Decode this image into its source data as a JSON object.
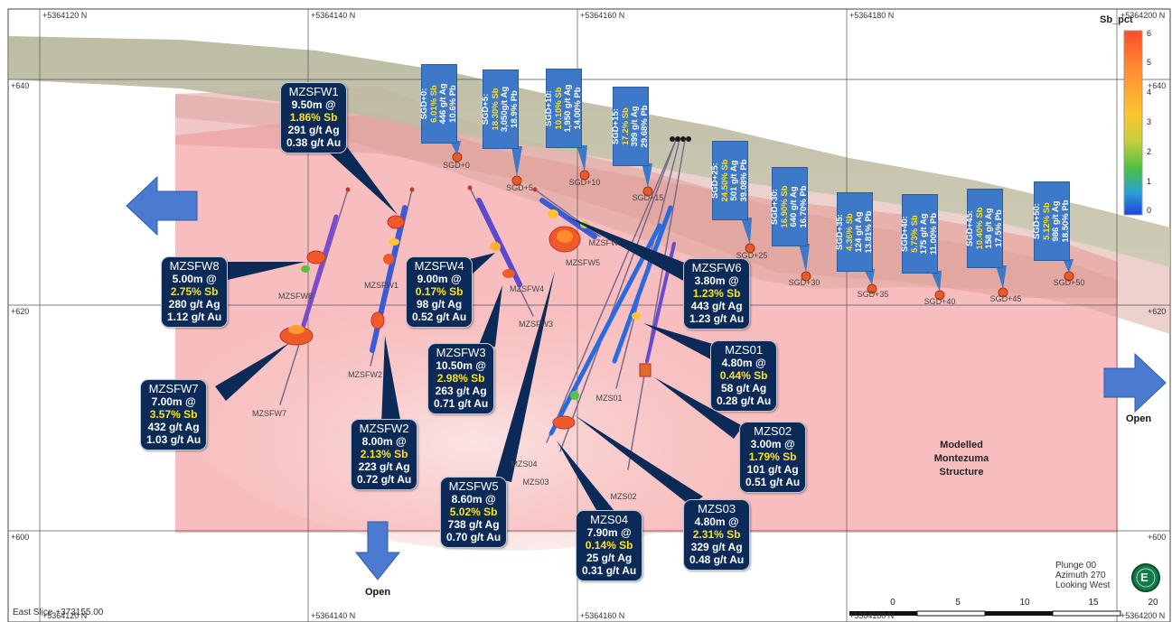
{
  "grid": {
    "northings": [
      "+5364120 N",
      "+5364140 N",
      "+5364160 N",
      "+5364180 N",
      "+5364200 N"
    ],
    "elevations_left": [
      "+640",
      "+620",
      "+600"
    ],
    "elevations_right": [
      "+640",
      "+620",
      "+600"
    ]
  },
  "legend": {
    "title": "Sb_pct",
    "ticks": [
      "6",
      "5",
      "4",
      "3",
      "2",
      "1",
      "0"
    ],
    "colors": [
      "#ff5a2a",
      "#ff9a2a",
      "#ffc830",
      "#c8d040",
      "#5cc040",
      "#2e9ad8",
      "#1f4fd8"
    ]
  },
  "surface_samples": [
    {
      "id": "SGD+0",
      "lines": [
        "SGD+0:",
        "6.01% Sb",
        "446 g/t Ag",
        "10.6% Pb"
      ]
    },
    {
      "id": "SGD+5",
      "lines": [
        "SGD+5:",
        "18.30% Sb",
        "3,050g/t Ag",
        "18.9% Pb"
      ]
    },
    {
      "id": "SGD+10",
      "lines": [
        "SGD+10:",
        "10.10% Sb",
        "1,950 g/t Ag",
        "14.00% Pb"
      ]
    },
    {
      "id": "SGD+15",
      "lines": [
        "SGD+15:",
        "17.2% Sb",
        "399 g/t Ag",
        "29.68% Pb"
      ]
    },
    {
      "id": "SGD+25",
      "lines": [
        "SGD+25:",
        "24.50% Sb",
        "501 g/t Ag",
        "39.08% Pb"
      ]
    },
    {
      "id": "SGD+30",
      "lines": [
        "SGD+30:",
        "16.90% Sb",
        "640 g/t Ag",
        "16.70% Pb"
      ]
    },
    {
      "id": "SGD+35",
      "lines": [
        "SGD+35:",
        "4.36% Sb",
        "124 g/t Ag",
        "13.81% Pb"
      ]
    },
    {
      "id": "SGD+40",
      "lines": [
        "SGD+40:",
        "5.73% Sb",
        "175 g/t Ag",
        "11.00% Pb"
      ]
    },
    {
      "id": "SGD+45",
      "lines": [
        "SGD+45:",
        "10.40% Sb",
        "158 g/t Ag",
        "17.5% Pb"
      ]
    },
    {
      "id": "SGD+50",
      "lines": [
        "SGD+50:",
        "5.12% Sb",
        "986 g/t Ag",
        "18.50% Pb"
      ]
    }
  ],
  "drill_intercepts": [
    {
      "hole": "MZSFW1",
      "interval": "9.50m @",
      "sb": "1.86% Sb",
      "ag": "291 g/t Ag",
      "au": "0.38 g/t Au"
    },
    {
      "hole": "MZSFW8",
      "interval": "5.00m @",
      "sb": "2.75% Sb",
      "ag": "280 g/t Ag",
      "au": "1.12 g/t Au"
    },
    {
      "hole": "MZSFW7",
      "interval": "7.00m @",
      "sb": "3.57% Sb",
      "ag": "432 g/t Ag",
      "au": "1.03 g/t Au"
    },
    {
      "hole": "MZSFW2",
      "interval": "8.00m @",
      "sb": "2.13% Sb",
      "ag": "223 g/t Ag",
      "au": "0.72 g/t Au"
    },
    {
      "hole": "MZSFW4",
      "interval": "9.00m @",
      "sb": "0.17% Sb",
      "ag": "98 g/t Ag",
      "au": "0.52 g/t Au"
    },
    {
      "hole": "MZSFW3",
      "interval": "10.50m @",
      "sb": "2.98% Sb",
      "ag": "263 g/t Ag",
      "au": "0.71 g/t Au"
    },
    {
      "hole": "MZSFW5",
      "interval": "8.60m @",
      "sb": "5.02% Sb",
      "ag": "738 g/t Ag",
      "au": "0.70 g/t Au"
    },
    {
      "hole": "MZSFW6",
      "interval": "3.80m @",
      "sb": "1.23% Sb",
      "ag": "443 g/t Ag",
      "au": "1.23 g/t Au"
    },
    {
      "hole": "MZS01",
      "interval": "4.80m @",
      "sb": "0.44% Sb",
      "ag": "58 g/t Ag",
      "au": "0.28 g/t Au"
    },
    {
      "hole": "MZS02",
      "interval": "3.00m @",
      "sb": "1.79% Sb",
      "ag": "101 g/t Ag",
      "au": "0.51 g/t Au"
    },
    {
      "hole": "MZS03",
      "interval": "4.80m @",
      "sb": "2.31% Sb",
      "ag": "329 g/t Ag",
      "au": "0.48 g/t Au"
    },
    {
      "hole": "MZS04",
      "interval": "7.90m @",
      "sb": "0.14% Sb",
      "ag": "25 g/t Ag",
      "au": "0.31 g/t Au"
    }
  ],
  "hole_labels": [
    "MZSFW8",
    "MZSFW1",
    "MZSFW4",
    "MZSFW3",
    "MZSFW5",
    "MZSFW",
    "MZSFW2",
    "MZSFW7",
    "MZS01",
    "MZS04",
    "MZS03",
    "MZS02"
  ],
  "sample_labels": [
    "SGD+0",
    "SGD+5",
    "SGD+10",
    "SGD+15",
    "SGD+25",
    "SGD+30",
    "SGD+35",
    "SGD+40",
    "SGD+45",
    "SGD+50"
  ],
  "open_labels": [
    "Open",
    "Open"
  ],
  "structure_label": [
    "Modelled",
    "Montezuma",
    "Structure"
  ],
  "view": {
    "plunge": "Plunge 00",
    "azimuth": "Azimuth 270",
    "looking": "Looking West",
    "compass": "E"
  },
  "section": "East Slice +373155.00",
  "scale_bar": {
    "ticks": [
      "0",
      "5",
      "10",
      "15",
      "20"
    ]
  }
}
